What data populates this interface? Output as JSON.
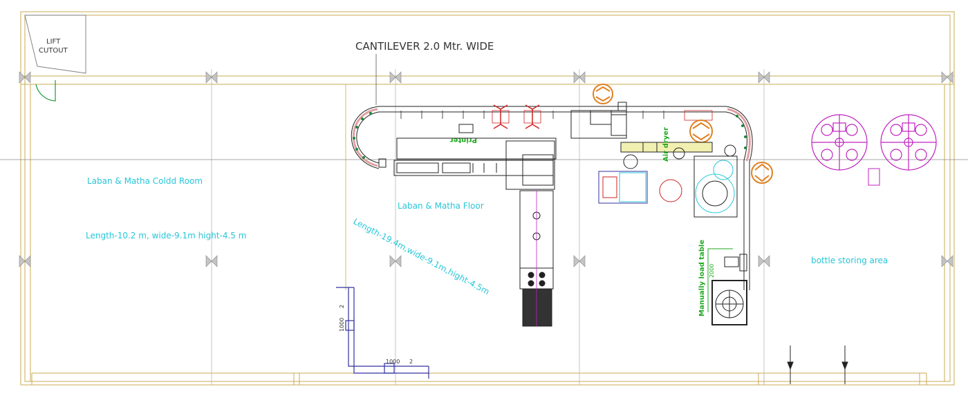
{
  "labels": {
    "lift_cutout_line1": "LIFT",
    "lift_cutout_line2": "CUTOUT",
    "cantilever": "CANTILEVER 2.0 Mtr. WIDE",
    "cold_room_title": "Laban & Matha Coldd Room",
    "cold_room_dims": "Length-10.2 m, wide-9.1m hight-4.5 m",
    "floor_title": "Laban & Matha Floor",
    "floor_dims": "Length-19.4m,wide-9.1m,hight-4.5m",
    "printer": "Printer",
    "dryer": "Air dryer",
    "manual_load_table": "Manually load table",
    "dim_2000": "2000",
    "bottle_storing_area": "bottle storing area",
    "dim_2_a": "2",
    "dim_1000_a": "1000",
    "dim_1000_b": "1000",
    "dim_2_b": "2"
  },
  "colors": {
    "wall": "#c8a850",
    "grid": "#9a9a9a",
    "cyan_text": "#27c6d8",
    "green": "#1faa1f",
    "magenta": "#c020c0",
    "orange": "#e08020",
    "red": "#d02020",
    "blue": "#3030a0",
    "machine": "#222222"
  }
}
